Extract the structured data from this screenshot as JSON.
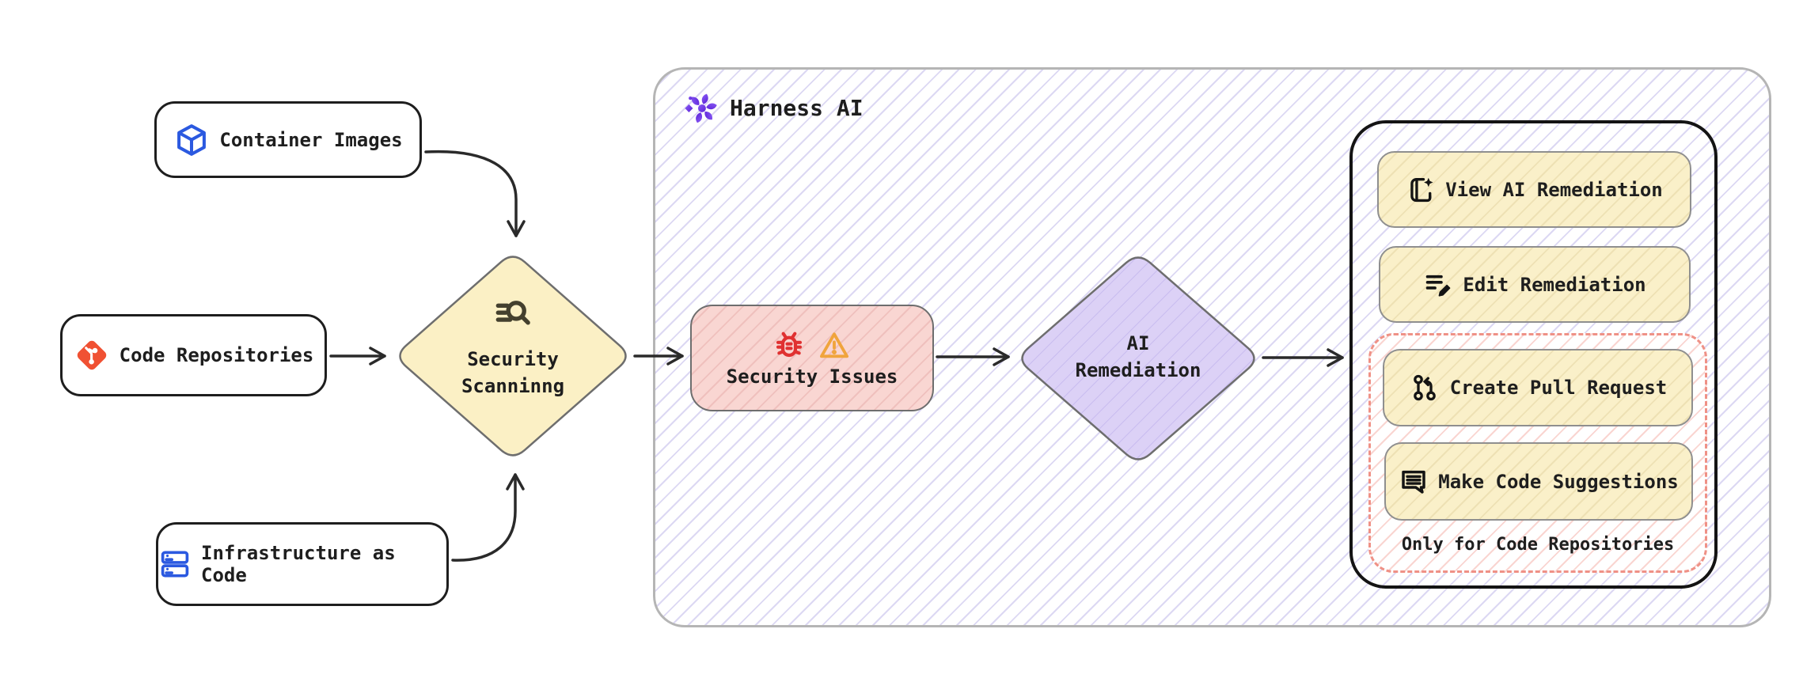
{
  "diagram": {
    "harness": {
      "title": "Harness AI",
      "icon": "harness-logo-icon"
    },
    "sources": [
      {
        "label": "Container Images",
        "icon": "cube-icon"
      },
      {
        "label": "Code Repositories",
        "icon": "git-icon"
      },
      {
        "label": "Infrastructure as Code",
        "icon": "server-stack-icon"
      }
    ],
    "scanning": {
      "line1": "Security",
      "line2": "Scanninng",
      "icon": "scan-search-icon"
    },
    "issues": {
      "label": "Security Issues",
      "icons": [
        "bug-icon",
        "warning-icon"
      ]
    },
    "remediation": {
      "line1": "AI",
      "line2": "Remediation"
    },
    "actions": {
      "view": "View AI Remediation",
      "edit": "Edit Remediation",
      "create_pr": "Create Pull Request",
      "suggestions": "Make Code Suggestions",
      "note": "Only for Code Repositories"
    },
    "colors": {
      "scanning_fill": "#fbf0c5",
      "issues_fill": "#f9d6d2",
      "remediation_fill": "#dcd1f6",
      "action_fill": "#faf0c9",
      "dashed_border": "#ef9186",
      "harness_logo_purple": "#6d3bf5",
      "git_red": "#f05133",
      "icon_blue": "#2b59e0",
      "bug_red": "#e03131",
      "warning_orange": "#f0a43c",
      "hatch_lavender": "#dcd8f3",
      "stroke_dark": "#2a2a2a"
    }
  }
}
